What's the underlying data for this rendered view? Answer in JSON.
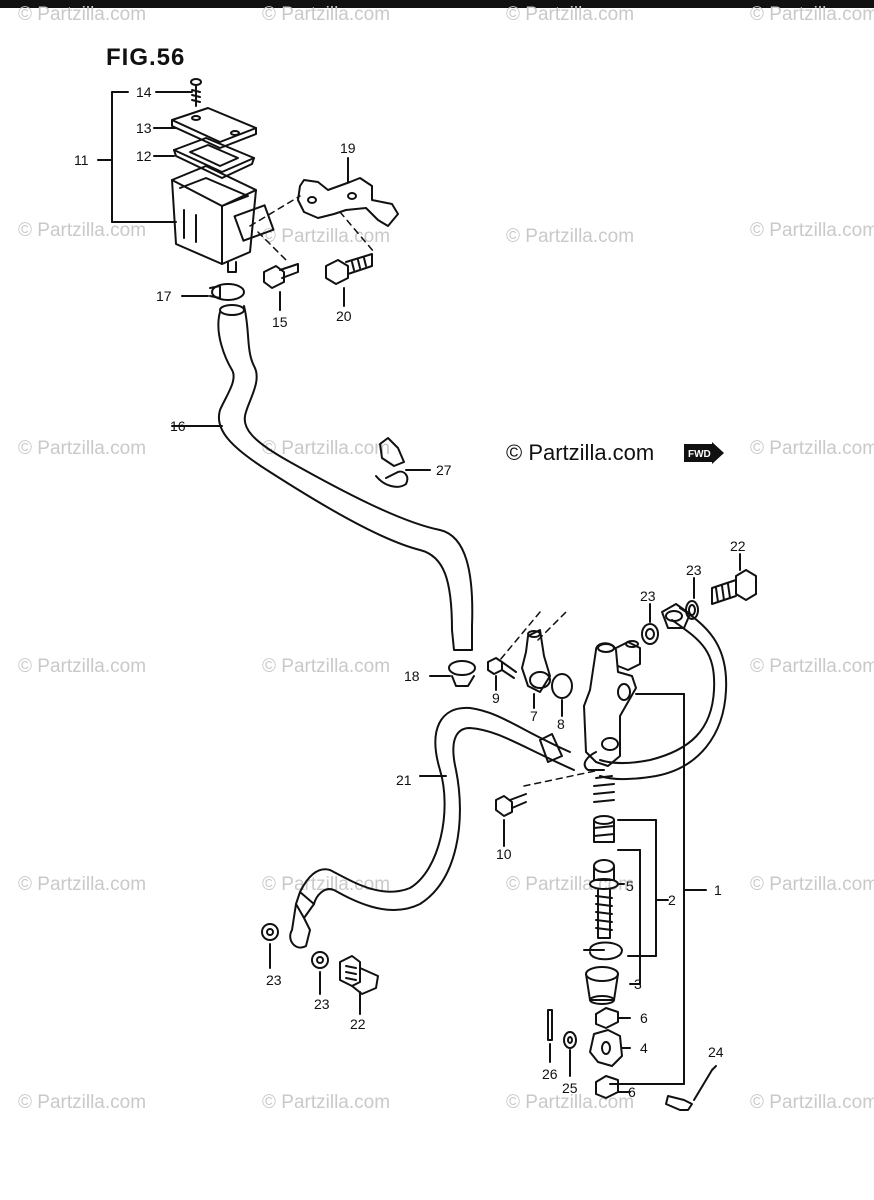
{
  "figure": {
    "title": "FIG.56",
    "watermark_text": "© Partzilla.com",
    "credit_text": "© Partzilla.com",
    "fwd_label": "FWD"
  },
  "callouts": {
    "c1": "1",
    "c2": "2",
    "c3": "3",
    "c4": "4",
    "c5": "5",
    "c6a": "6",
    "c6b": "6",
    "c7": "7",
    "c8": "8",
    "c9": "9",
    "c10": "10",
    "c11": "11",
    "c12": "12",
    "c13": "13",
    "c14": "14",
    "c15": "15",
    "c16": "16",
    "c17": "17",
    "c18": "18",
    "c19": "19",
    "c20": "20",
    "c21": "21",
    "c22a": "22",
    "c22b": "22",
    "c23a": "23",
    "c23b": "23",
    "c23c": "23",
    "c23d": "23",
    "c24": "24",
    "c25": "25",
    "c26": "26",
    "c27": "27"
  },
  "colors": {
    "line": "#111111",
    "watermark": "#c9c9c9",
    "background": "#ffffff"
  }
}
